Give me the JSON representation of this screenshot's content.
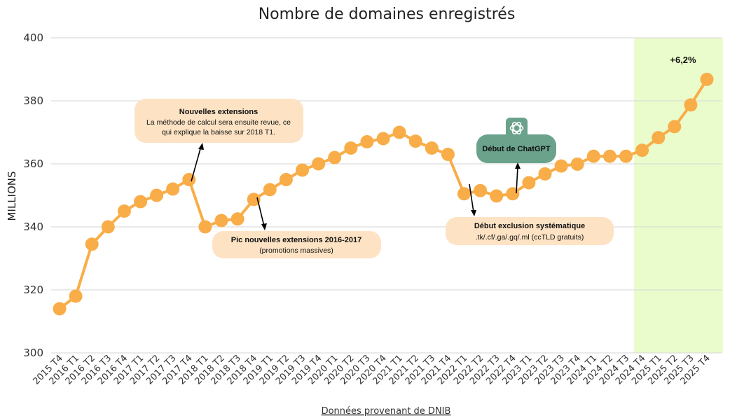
{
  "chart_data": {
    "type": "line",
    "title": "Nombre de domaines enregistrés",
    "ylabel": "MILLIONS",
    "xlabel": "",
    "source": "Données provenant de DNIB",
    "ylim": [
      300,
      400
    ],
    "yticks": [
      300,
      320,
      340,
      360,
      380,
      400
    ],
    "grid": true,
    "categories": [
      "2015 T4",
      "2016 T1",
      "2016 T2",
      "2016 T3",
      "2016 T4",
      "2017 T1",
      "2017 T2",
      "2017 T3",
      "2017 T4",
      "2018 T1",
      "2018 T2",
      "2018 T3",
      "2018 T4",
      "2019 T1",
      "2019 T2",
      "2019 T3",
      "2019 T4",
      "2020 T1",
      "2020 T2",
      "2020 T3",
      "2020 T4",
      "2021 T1",
      "2021 T2",
      "2021 T3",
      "2021 T4",
      "2022 T1",
      "2022 T2",
      "2022 T3",
      "2022 T4",
      "2023 T1",
      "2023 T2",
      "2023 T3",
      "2023 T4",
      "2024 T1",
      "2024 T2",
      "2024 T3",
      "2024 T4",
      "2025 T1",
      "2025 T2",
      "2025 T3",
      "2025 T4"
    ],
    "series": [
      {
        "name": "",
        "color": "#f8ad48",
        "values": [
          314,
          318,
          334.5,
          340,
          345,
          348,
          350,
          352,
          355,
          340,
          342,
          342.5,
          348.7,
          351.8,
          355,
          358,
          360,
          362,
          365,
          367,
          368,
          370,
          367.2,
          365,
          363,
          350.5,
          351.5,
          349.8,
          350.5,
          354,
          356.8,
          359.3,
          359.9,
          362.4,
          362.4,
          362.4,
          364.3,
          368.3,
          371.8,
          378.7,
          386.8
        ]
      }
    ],
    "highlight": {
      "from": "2024 T4",
      "to": "2025 T4",
      "color": "#eafccc",
      "label": "+6,2%"
    },
    "annotations": [
      {
        "title": "Nouvelles extensions",
        "lines": [
          "La méthode de calcul sera ensuite revue, ce",
          "qui explique la baisse sur 2018 T1."
        ],
        "color": "#fde3c4"
      },
      {
        "title": "Pic nouvelles extensions 2016-2017",
        "lines": [
          "(promotions massives)"
        ],
        "color": "#fde3c4"
      },
      {
        "title": "Début exclusion systématique",
        "lines": [
          ".tk/.cf/.ga/.gq/.ml (ccTLD gratuits)"
        ],
        "color": "#fde3c4"
      },
      {
        "title": "Début de ChatGPT",
        "lines": [],
        "color": "#6aa28c",
        "icon": "chatgpt-logo-icon"
      }
    ]
  }
}
